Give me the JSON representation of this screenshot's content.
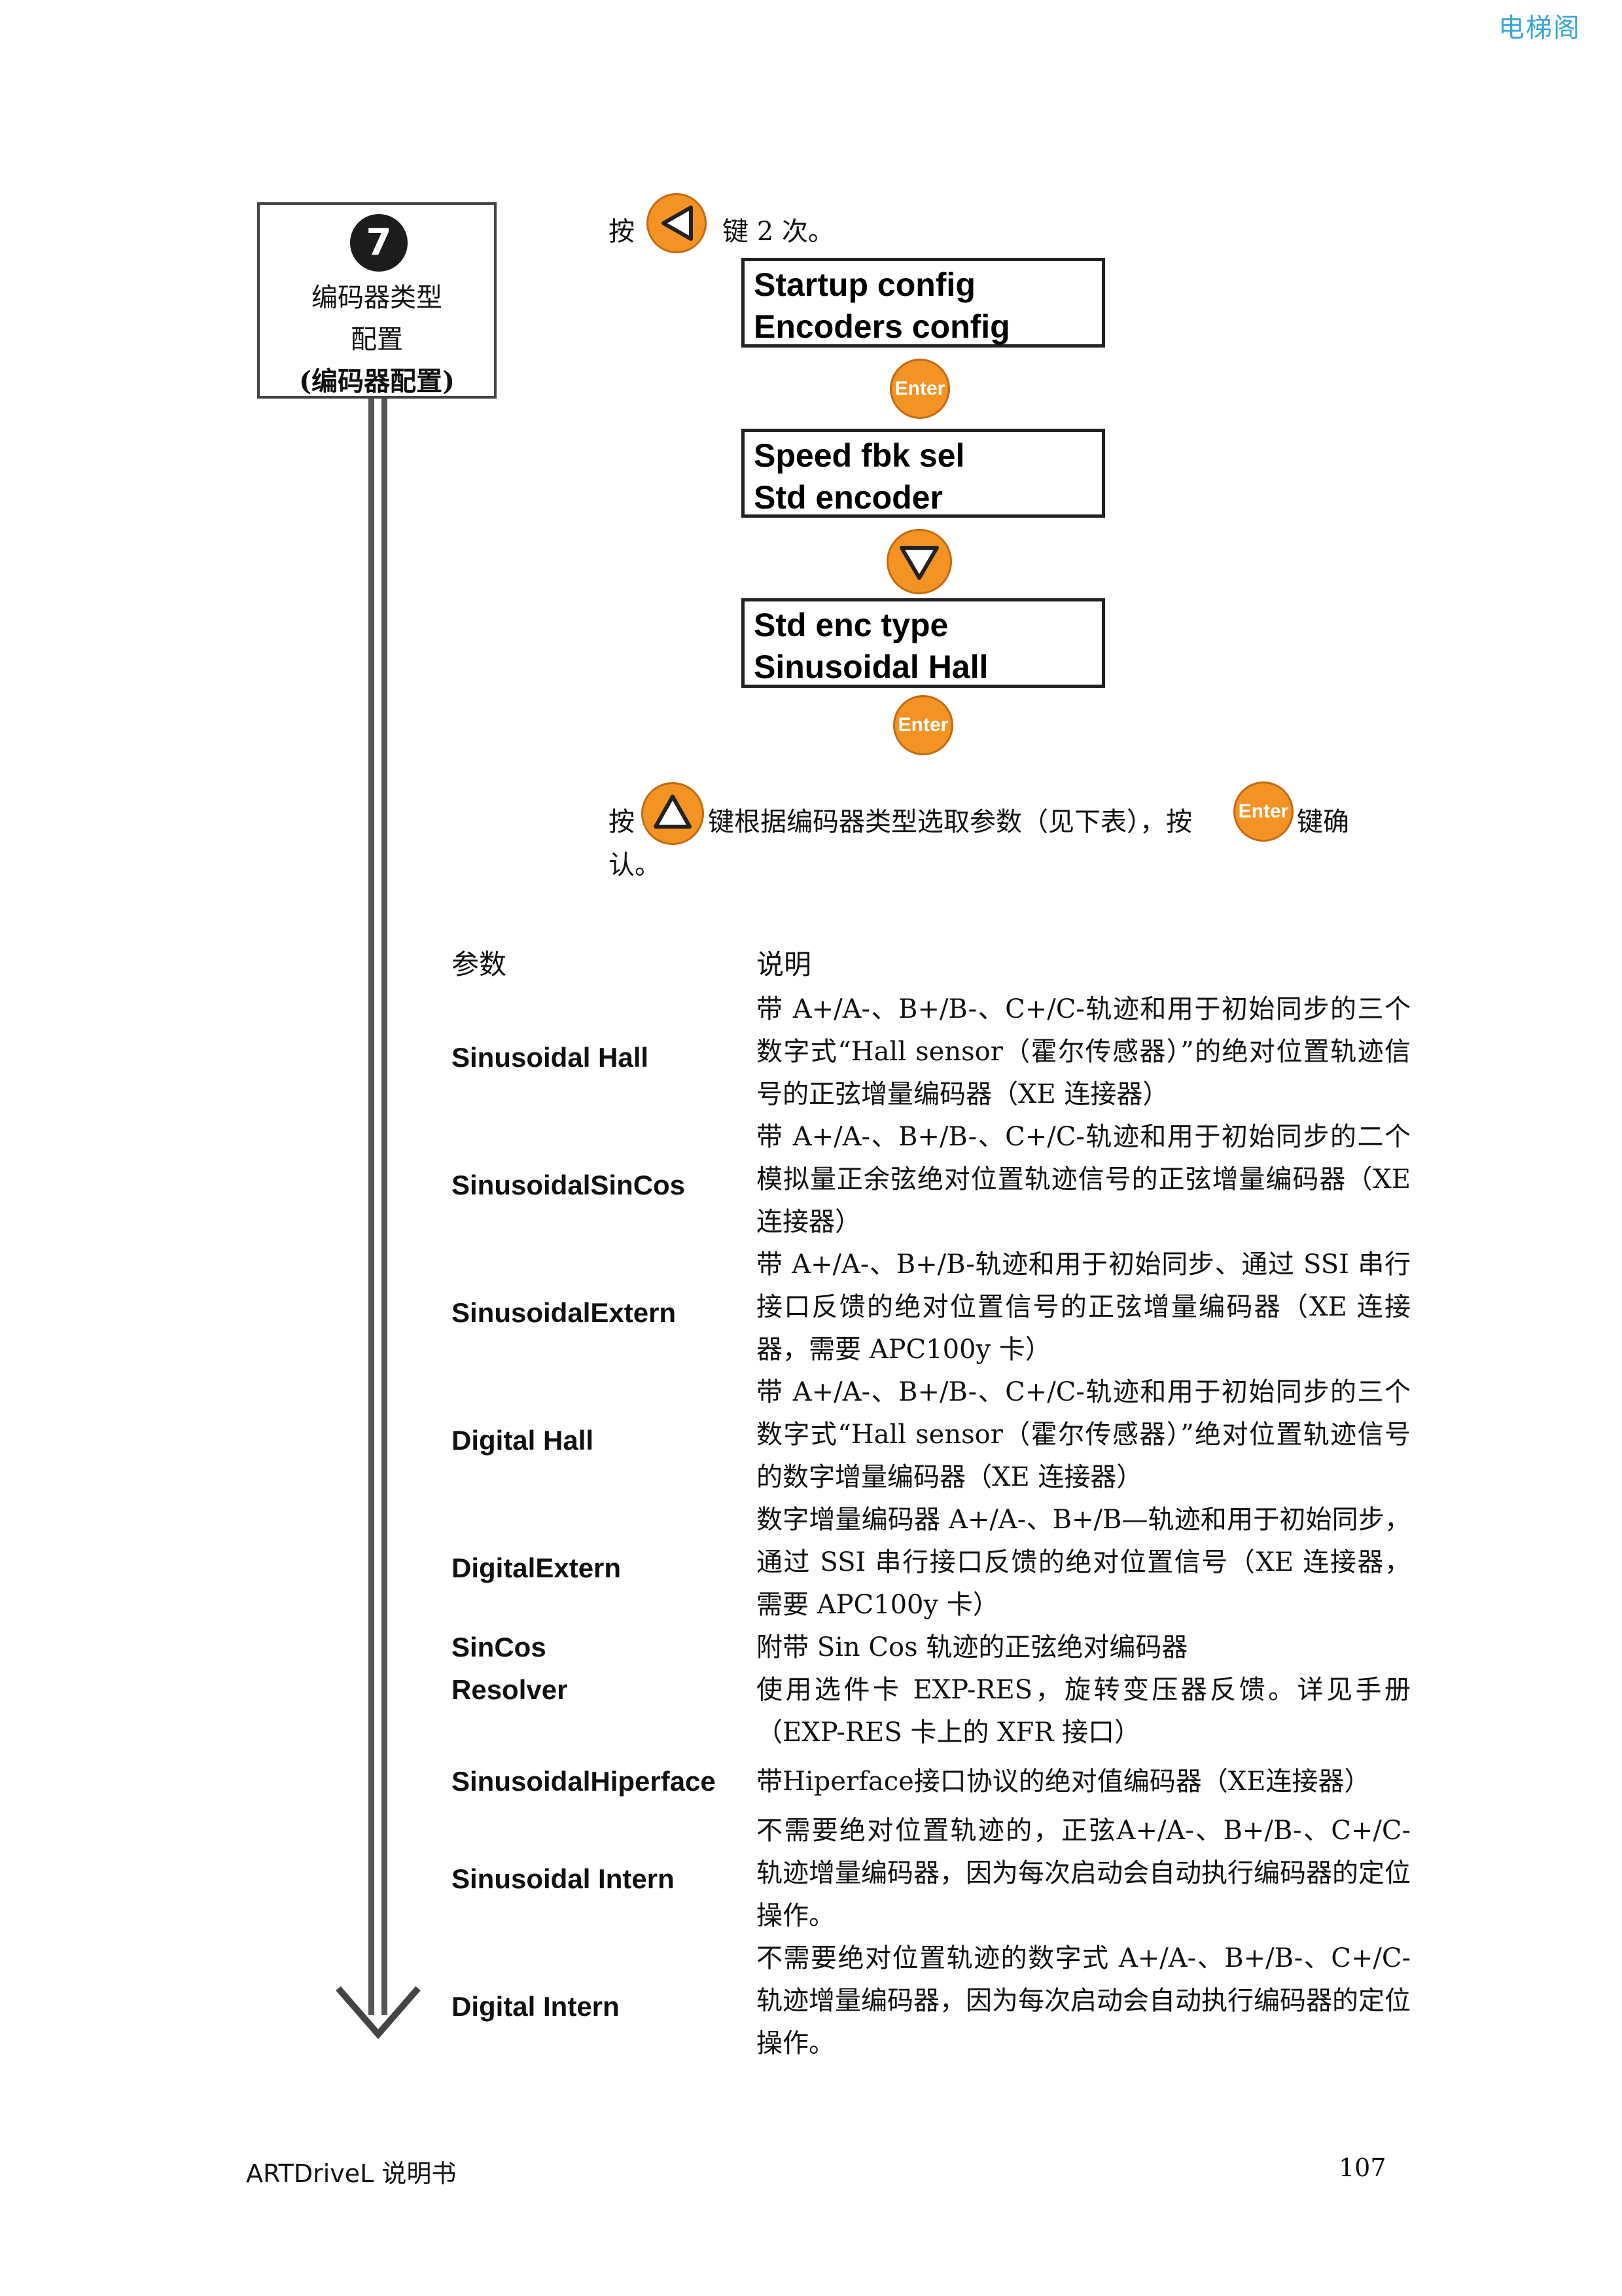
{
  "watermark": "电梯阁",
  "step": {
    "number": "7",
    "title_lines": [
      "编码器类型",
      "配置",
      "(编码器配置)"
    ]
  },
  "instruction_top": {
    "prefix": "按",
    "suffix": "键 2 次。",
    "key": "left-arrow"
  },
  "lcd_screens": [
    {
      "line1": "Startup config",
      "line2": "Encoders config"
    },
    {
      "line1": "Speed fbk sel",
      "line2": "Std encoder"
    },
    {
      "line1": "Std enc type",
      "line2": "Sinusoidal Hall"
    }
  ],
  "keys": {
    "enter_label": "Enter"
  },
  "instruction_bottom": {
    "prefix": "按",
    "middle": "键根据编码器类型选取参数（见下表），按",
    "suffix": "键确",
    "line2": "认。"
  },
  "table": {
    "headers": {
      "param": "参数",
      "desc": "说明"
    },
    "rows": [
      {
        "name": "Sinusoidal Hall",
        "desc": "带 A+/A-、B+/B-、C+/C-轨迹和用于初始同步的三个数字式“Hall sensor（霍尔传感器）”的绝对位置轨迹信号的正弦增量编码器（XE 连接器）"
      },
      {
        "name": "SinusoidalSinCos",
        "desc": "带 A+/A-、B+/B-、C+/C-轨迹和用于初始同步的二个模拟量正余弦绝对位置轨迹信号的正弦增量编码器（XE 连接器）"
      },
      {
        "name": "SinusoidalExtern",
        "desc": "带 A+/A-、B+/B-轨迹和用于初始同步、通过 SSI 串行接口反馈的绝对位置信号的正弦增量编码器（XE 连接器，需要 APC100y 卡）"
      },
      {
        "name": "Digital Hall",
        "desc": "带 A+/A-、B+/B-、C+/C-轨迹和用于初始同步的三个数字式“Hall sensor（霍尔传感器）”绝对位置轨迹信号的数字增量编码器（XE 连接器）"
      },
      {
        "name": "DigitalExtern",
        "desc": "数字增量编码器 A+/A-、B+/B—轨迹和用于初始同步，通过 SSI 串行接口反馈的绝对位置信号（XE 连接器，需要 APC100y 卡）"
      },
      {
        "name": "SinCos",
        "desc": "附带 Sin Cos 轨迹的正弦绝对编码器"
      },
      {
        "name": "Resolver",
        "desc": "使用选件卡 EXP-RES，旋转变压器反馈。详见手册（EXP-RES 卡上的 XFR 接口）"
      },
      {
        "name": "SinusoidalHiperface",
        "desc": "带Hiperface接口协议的绝对值编码器（XE连接器）"
      },
      {
        "name": "Sinusoidal Intern",
        "desc": "不需要绝对位置轨迹的，正弦A+/A-、B+/B-、C+/C-轨迹增量编码器，因为每次启动会自动执行编码器的定位操作。"
      },
      {
        "name": "Digital Intern",
        "desc": "不需要绝对位置轨迹的数字式 A+/A-、B+/B-、C+/C-轨迹增量编码器，因为每次启动会自动执行编码器的定位操作。"
      }
    ]
  },
  "footer": {
    "brand": "ARTDriveL",
    "doc": "说明书",
    "page": "107"
  }
}
